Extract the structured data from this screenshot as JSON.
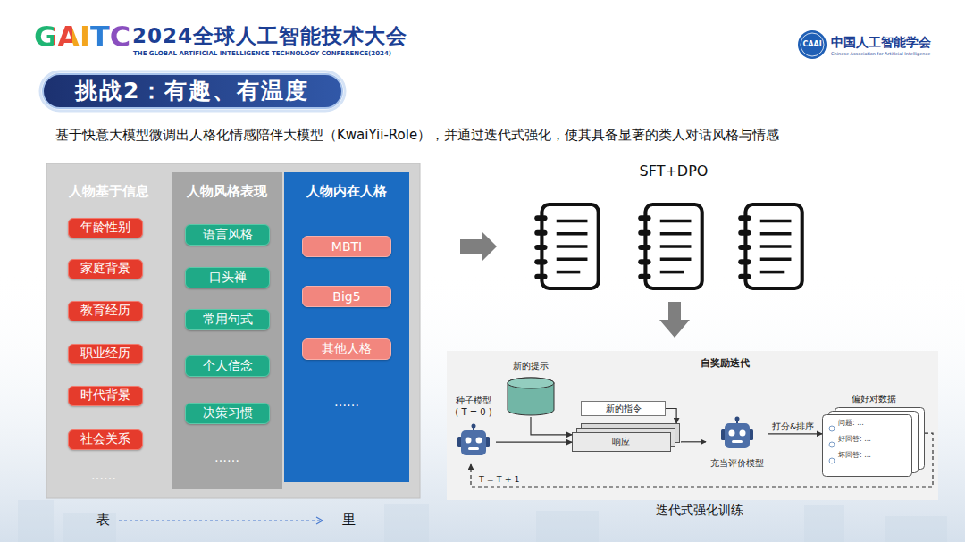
{
  "diagram": {
    "title": "挑战2：有趣、有温度",
    "caption": "迭代式强化训练",
    "nodes": [
      {
        "text": [
          "人物基于信息"
        ]
      },
      {
        "text": [
          "年龄性别"
        ],
        "in": 0
      },
      {
        "text": [
          "家庭背景"
        ],
        "in": 0
      },
      {
        "text": [
          "教育经历"
        ],
        "in": 0
      },
      {
        "text": [
          "职业经历"
        ],
        "in": 0
      },
      {
        "text": [
          "时代背景"
        ],
        "in": 0
      },
      {
        "text": [
          "社会关系"
        ],
        "in": 0
      },
      {
        "text": [
          "人物风格表现"
        ]
      },
      {
        "text": [
          "语言风格"
        ],
        "in": 7
      },
      {
        "text": [
          "口头禅"
        ],
        "in": 7
      },
      {
        "text": [
          "常用句式"
        ],
        "in": 7
      },
      {
        "text": [
          "个人信念"
        ],
        "in": 7
      },
      {
        "text": [
          "决策习惯"
        ],
        "in": 7
      },
      {
        "text": [
          "人物内在人格"
        ]
      },
      {
        "text": [
          "MBTI"
        ],
        "in": 13
      },
      {
        "text": [
          "Big5"
        ],
        "in": 13
      },
      {
        "text": [
          "其他人格"
        ],
        "in": 13
      },
      {
        "text": [
          "自奖励迭代"
        ]
      },
      {
        "text": [
          "种子模型 ( T = 0 )"
        ],
        "in": 17
      },
      {
        "text": [
          "新的提示"
        ],
        "in": 17
      },
      {
        "text": [
          "新的指令"
        ],
        "in": 17
      },
      {
        "text": [
          "响应"
        ],
        "in": 17
      },
      {
        "text": [
          "充当评价模型"
        ],
        "in": 17
      },
      {
        "text": [
          "偏好对数据",
          "问题: ...",
          "好回答: ...",
          "坏回答: ..."
        ],
        "in": 17
      }
    ],
    "edges": [
      {
        "from": 18,
        "to": 21,
        "arrow": "to"
      },
      {
        "from": 19,
        "to": 21,
        "arrow": "to"
      },
      {
        "from": 20,
        "to": 21,
        "arrow": "to"
      },
      {
        "from": 21,
        "to": 22,
        "arrow": "to"
      },
      {
        "from": 22,
        "to": 23,
        "label": "打分&排序",
        "arrow": "to"
      },
      {
        "from": 23,
        "to": 18,
        "label": "T = T + 1",
        "arrow": "to"
      }
    ],
    "labels": [
      "GAITC",
      "2024全球人工智能技术大会",
      "THE GLOBAL ARTIFICIAL INTELLIGENCE TECHNOLOGY CONFERENCE(2024)",
      "CAAI",
      "中国人工智能学会",
      "Chinese Association for Artificial Intelligence",
      "基于快意大模型微调出人格化情感陪伴大模型（KwaiYii-Role），并通过迭代式强化，使其具备显著的类人对话风格与情感",
      "……",
      "……",
      "……",
      "表",
      "里",
      "SFT+DPO"
    ]
  }
}
